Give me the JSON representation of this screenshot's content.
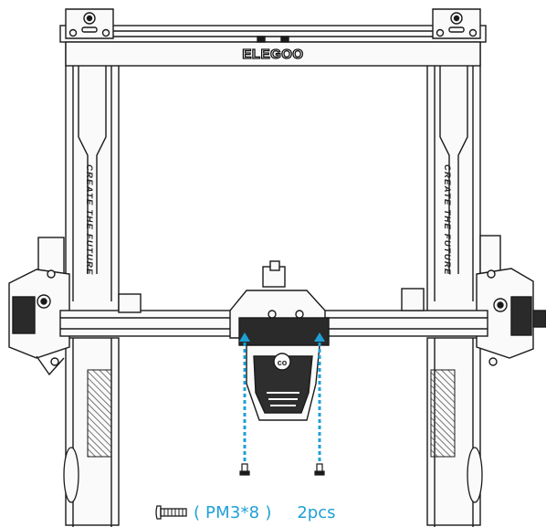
{
  "diagram": {
    "brand_logo": "ELEGOO",
    "left_upright_text": "CREATE THE FUTURE",
    "right_upright_text": "CREATE THE FUTURE",
    "toolhead_logo": "co"
  },
  "caption": {
    "open_paren": "(",
    "screw_spec": "PM3*8",
    "close_paren": ")",
    "quantity": "2pcs"
  },
  "colors": {
    "line": "#1a1a1a",
    "accent": "#1ea0d6",
    "hatch": "#555555"
  },
  "icons": [
    "screw-icon",
    "dotted-arrow-icon"
  ]
}
